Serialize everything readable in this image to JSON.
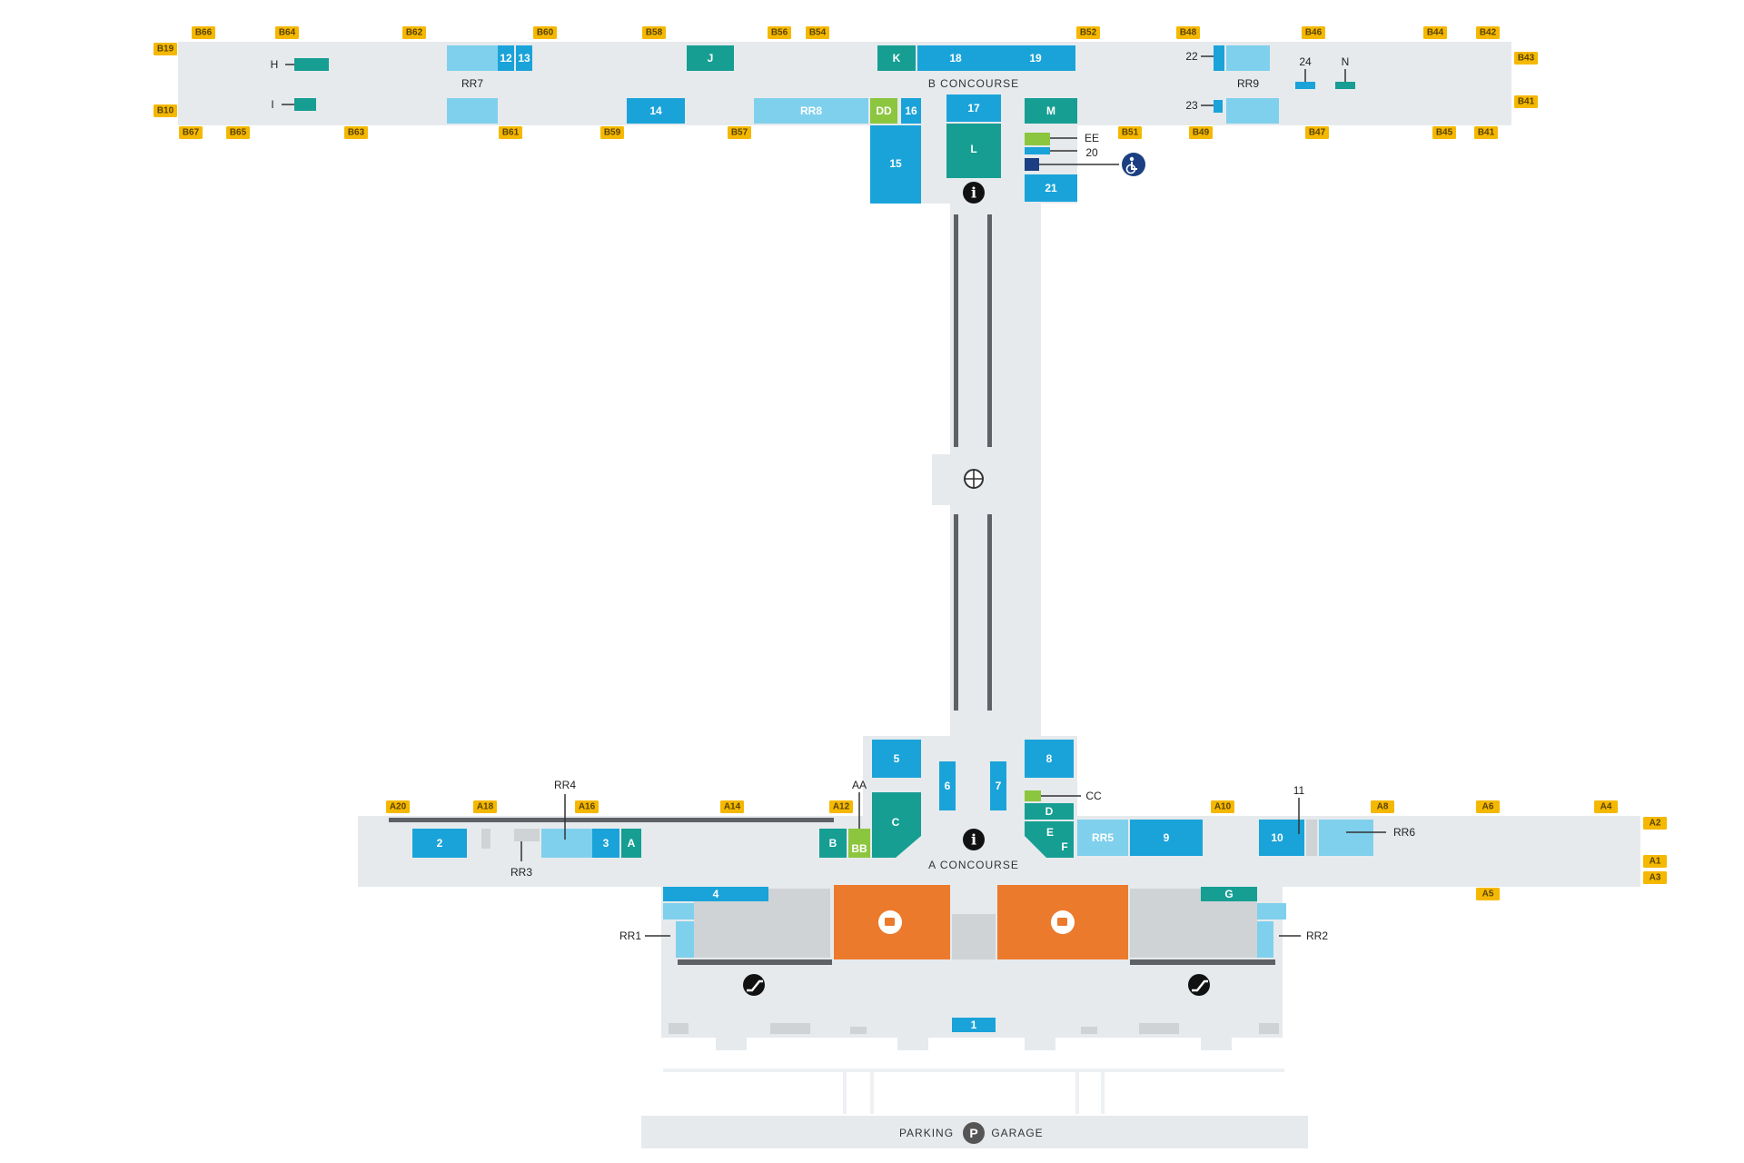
{
  "map": {
    "b_concourse_label": "B CONCOURSE",
    "a_concourse_label": "A CONCOURSE",
    "parking_left": "PARKING",
    "parking_right": "GARAGE",
    "parking_icon": "P",
    "info_icon": "i"
  },
  "gates_b": [
    "B19",
    "B66",
    "B64",
    "B62",
    "B60",
    "B58",
    "B56",
    "B54",
    "B52",
    "B48",
    "B46",
    "B44",
    "B42",
    "B43",
    "B10",
    "B67",
    "B65",
    "B63",
    "B61",
    "B59",
    "B57",
    "B51",
    "B49",
    "B47",
    "B45",
    "B41",
    "B41"
  ],
  "gates_a": [
    "A20",
    "A18",
    "A16",
    "A14",
    "A12",
    "A10",
    "A8",
    "A6",
    "A4",
    "A2",
    "A1",
    "A3",
    "A5"
  ],
  "b_shops": {
    "h": "H",
    "i": "I",
    "s12": "12",
    "s13": "13",
    "j": "J",
    "k": "K",
    "s18": "18",
    "s19": "19",
    "s14": "14",
    "rr8": "RR8",
    "dd": "DD",
    "s16": "16",
    "s17": "17",
    "m": "M",
    "l": "L",
    "s15": "15",
    "s21": "21"
  },
  "b_callouts": {
    "rr7": "RR7",
    "rr9": "RR9",
    "s22": "22",
    "s23": "23",
    "s24": "24",
    "n": "N",
    "ee": "EE",
    "s20": "20"
  },
  "a_shops": {
    "s5": "5",
    "s6": "6",
    "s7": "7",
    "s8": "8",
    "c": "C",
    "d": "D",
    "e": "E",
    "f": "F",
    "s2": "2",
    "s3": "3",
    "a": "A",
    "b": "B",
    "bb": "BB",
    "rr5": "RR5",
    "s9": "9",
    "s10": "10",
    "s4": "4",
    "g": "G",
    "s1": "1"
  },
  "a_callouts": {
    "aa": "AA",
    "cc": "CC",
    "rr4": "RR4",
    "rr3": "RR3",
    "rr6": "RR6",
    "s11": "11",
    "rr1": "RR1",
    "rr2": "RR2"
  },
  "icons": {
    "info": "info-icon",
    "baggage": "baggage-claim-icon",
    "accessibility": "wheelchair-icon",
    "globe": "globe-icon",
    "parking": "parking-icon",
    "escalator": "escalator-icon",
    "restroom": "restroom-icon"
  }
}
